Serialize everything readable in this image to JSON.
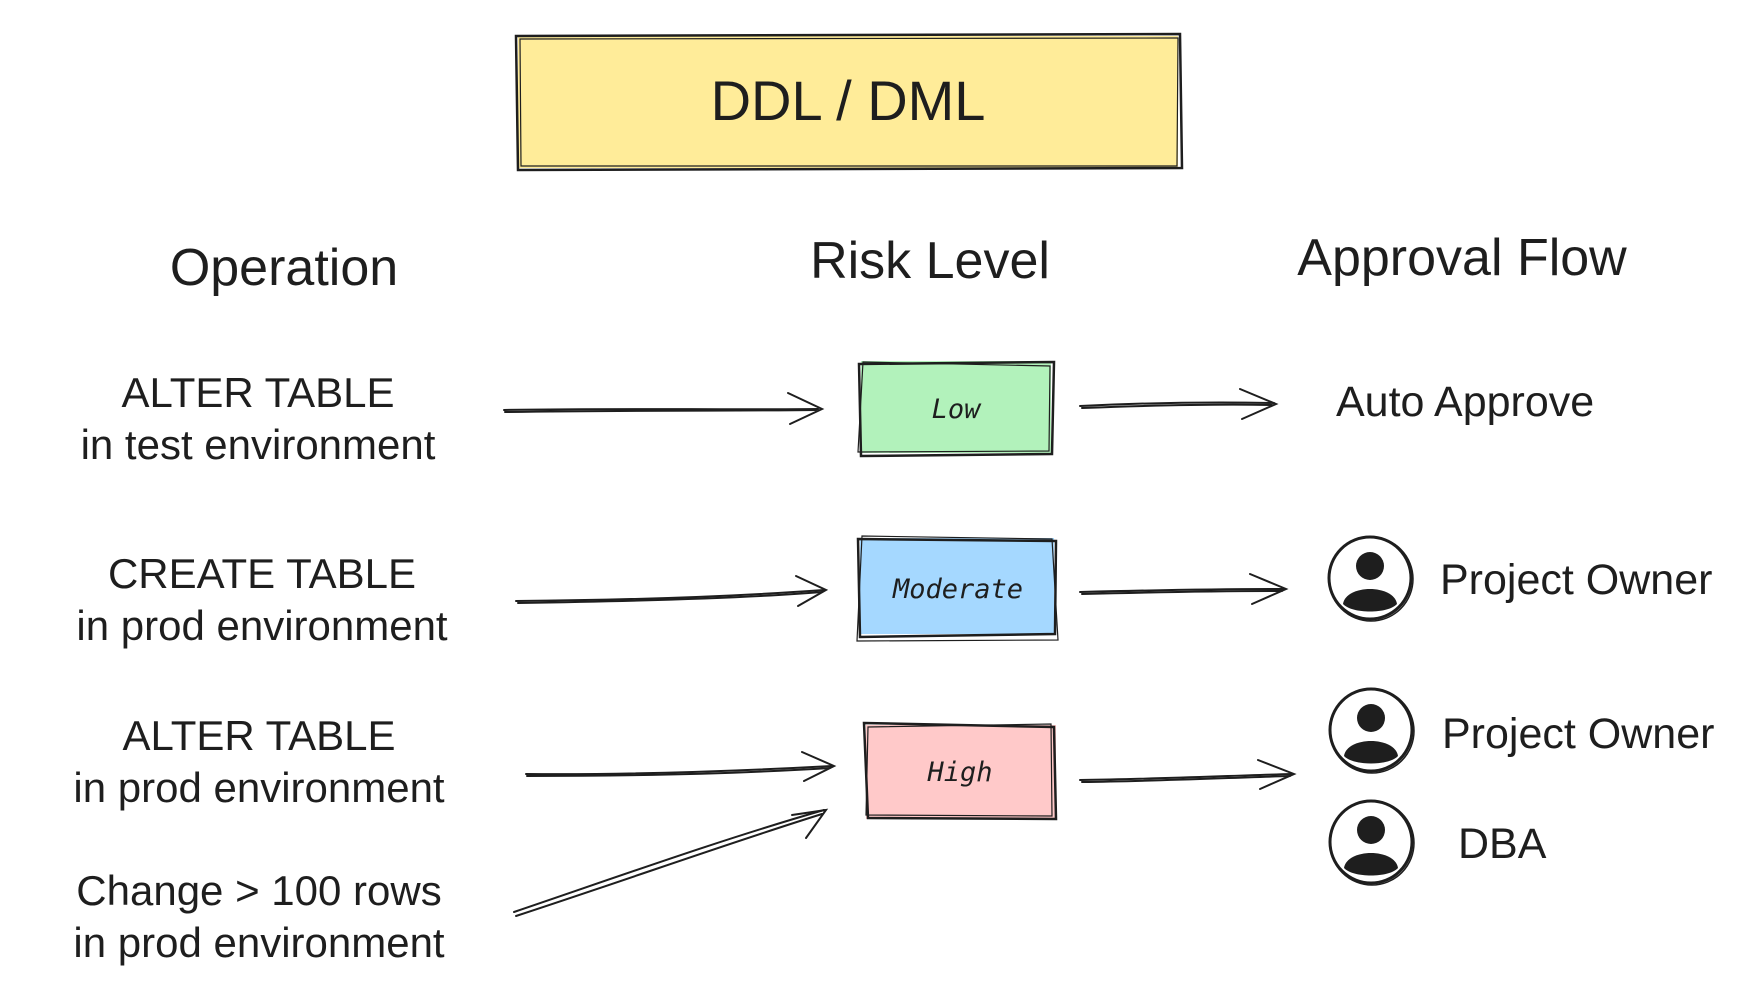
{
  "title": "DDL / DML",
  "columns": {
    "operation": "Operation",
    "risk_level": "Risk Level",
    "approval_flow": "Approval Flow"
  },
  "operations": [
    {
      "line1": "ALTER TABLE",
      "line2": "in test environment"
    },
    {
      "line1": "CREATE TABLE",
      "line2": "in prod environment"
    },
    {
      "line1": "ALTER TABLE",
      "line2": "in prod environment"
    },
    {
      "line1": "Change > 100 rows",
      "line2": "in prod environment"
    }
  ],
  "risk_levels": [
    {
      "label": "Low",
      "color": "#b2f2bb"
    },
    {
      "label": "Moderate",
      "color": "#a5d8ff"
    },
    {
      "label": "High",
      "color": "#ffc9c9"
    }
  ],
  "approvals": {
    "auto": "Auto Approve",
    "moderate_approver": "Project Owner",
    "high_approvers": [
      "Project Owner",
      "DBA"
    ]
  },
  "colors": {
    "title_fill": "#ffec99",
    "stroke": "#1e1e1e"
  }
}
